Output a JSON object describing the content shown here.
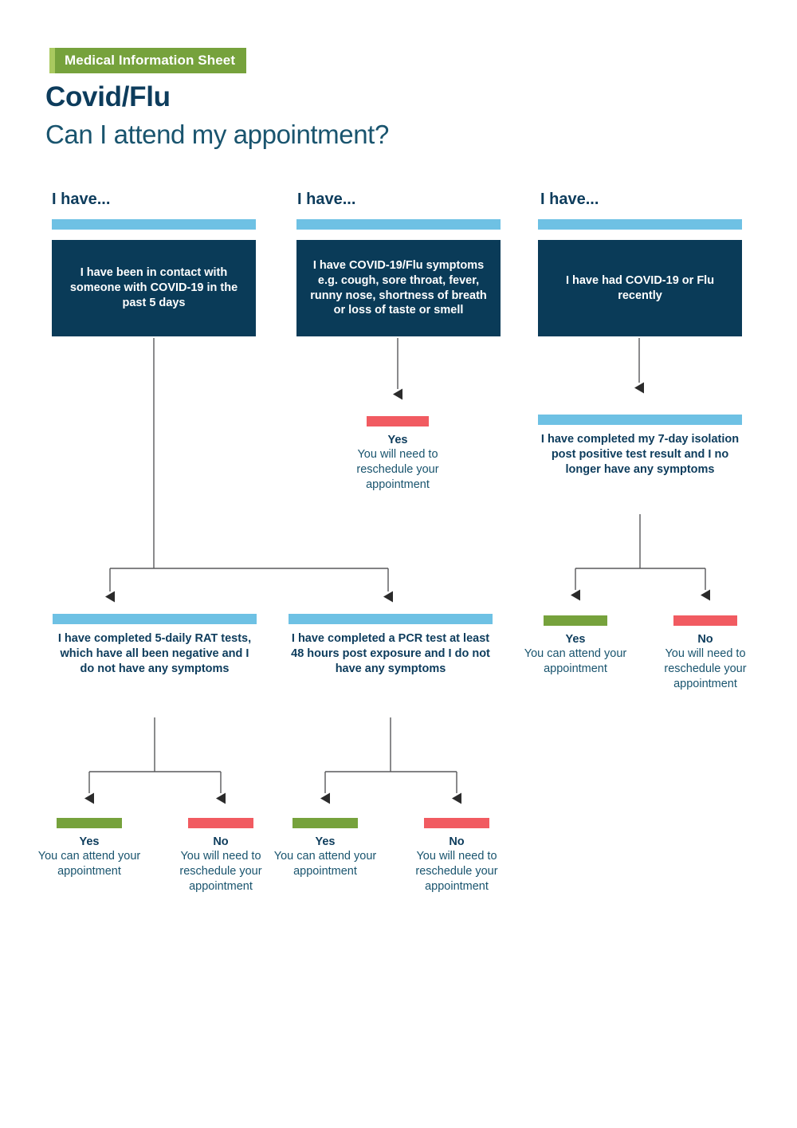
{
  "header": {
    "badge_label": "Medical Information Sheet",
    "title": "Covid/Flu",
    "subtitle": "Can I attend my appointment?",
    "badge_accent_color": "#a9c95f",
    "badge_bg_color": "#76a23c",
    "title_color": "#0d3c5c"
  },
  "colors": {
    "navy": "#0a3b58",
    "light_blue": "#6ec1e4",
    "green": "#76a23c",
    "red": "#f15b61",
    "connector": "#58595b",
    "arrow": "#2b2b2b"
  },
  "columns": [
    {
      "heading": "I have..."
    },
    {
      "heading": "I have..."
    },
    {
      "heading": "I have..."
    }
  ],
  "chart_data": {
    "type": "diagram",
    "title": "Covid/Flu — Can I attend my appointment?",
    "nodes": [
      {
        "id": "c1-start",
        "column": 1,
        "kind": "question-box",
        "accent": "light_blue",
        "text": "I have been in contact with someone with COVID-19 in the past 5 days"
      },
      {
        "id": "c2-start",
        "column": 2,
        "kind": "question-box",
        "accent": "light_blue",
        "text": "I have COVID-19/Flu symptoms e.g. cough, sore throat, fever, runny nose, shortness of breath or loss of taste or smell"
      },
      {
        "id": "c3-start",
        "column": 3,
        "kind": "question-box",
        "accent": "light_blue",
        "text": "I have had COVID-19 or Flu recently"
      },
      {
        "id": "c2-outcome",
        "column": 2,
        "kind": "outcome",
        "accent": "red",
        "title": "Yes",
        "body": "You will need to reschedule your appointment"
      },
      {
        "id": "c3-statement",
        "column": 3,
        "kind": "statement",
        "accent": "light_blue",
        "text": "I have completed my 7-day isolation post positive test result and I no longer have any symptoms"
      },
      {
        "id": "c3-yes",
        "column": 3,
        "kind": "outcome",
        "accent": "green",
        "title": "Yes",
        "body": "You can attend your appointment"
      },
      {
        "id": "c3-no",
        "column": 3,
        "kind": "outcome",
        "accent": "red",
        "title": "No",
        "body": "You will need to reschedule your appointment"
      },
      {
        "id": "c1-rat",
        "column": 1,
        "kind": "statement",
        "accent": "light_blue",
        "text": "I have completed 5-daily RAT tests, which have all been negative and I do not have any symptoms"
      },
      {
        "id": "c1-pcr",
        "column": 2,
        "kind": "statement",
        "accent": "light_blue",
        "text": "I have completed a PCR test at least 48 hours post exposure and I do not have any symptoms"
      },
      {
        "id": "c1-rat-yes",
        "column": 1,
        "kind": "outcome",
        "accent": "green",
        "title": "Yes",
        "body": "You can attend your appointment"
      },
      {
        "id": "c1-rat-no",
        "column": 1,
        "kind": "outcome",
        "accent": "red",
        "title": "No",
        "body": "You will need to reschedule your appointment"
      },
      {
        "id": "c1-pcr-yes",
        "column": 2,
        "kind": "outcome",
        "accent": "green",
        "title": "Yes",
        "body": "You can attend your appointment"
      },
      {
        "id": "c1-pcr-no",
        "column": 2,
        "kind": "outcome",
        "accent": "red",
        "title": "No",
        "body": "You will need to reschedule your appointment"
      }
    ],
    "edges": [
      {
        "from": "c1-start",
        "to": "c1-rat"
      },
      {
        "from": "c1-start",
        "to": "c1-pcr"
      },
      {
        "from": "c2-start",
        "to": "c2-outcome"
      },
      {
        "from": "c3-start",
        "to": "c3-statement"
      },
      {
        "from": "c3-statement",
        "to": "c3-yes"
      },
      {
        "from": "c3-statement",
        "to": "c3-no"
      },
      {
        "from": "c1-rat",
        "to": "c1-rat-yes"
      },
      {
        "from": "c1-rat",
        "to": "c1-rat-no"
      },
      {
        "from": "c1-pcr",
        "to": "c1-pcr-yes"
      },
      {
        "from": "c1-pcr",
        "to": "c1-pcr-no"
      }
    ]
  }
}
